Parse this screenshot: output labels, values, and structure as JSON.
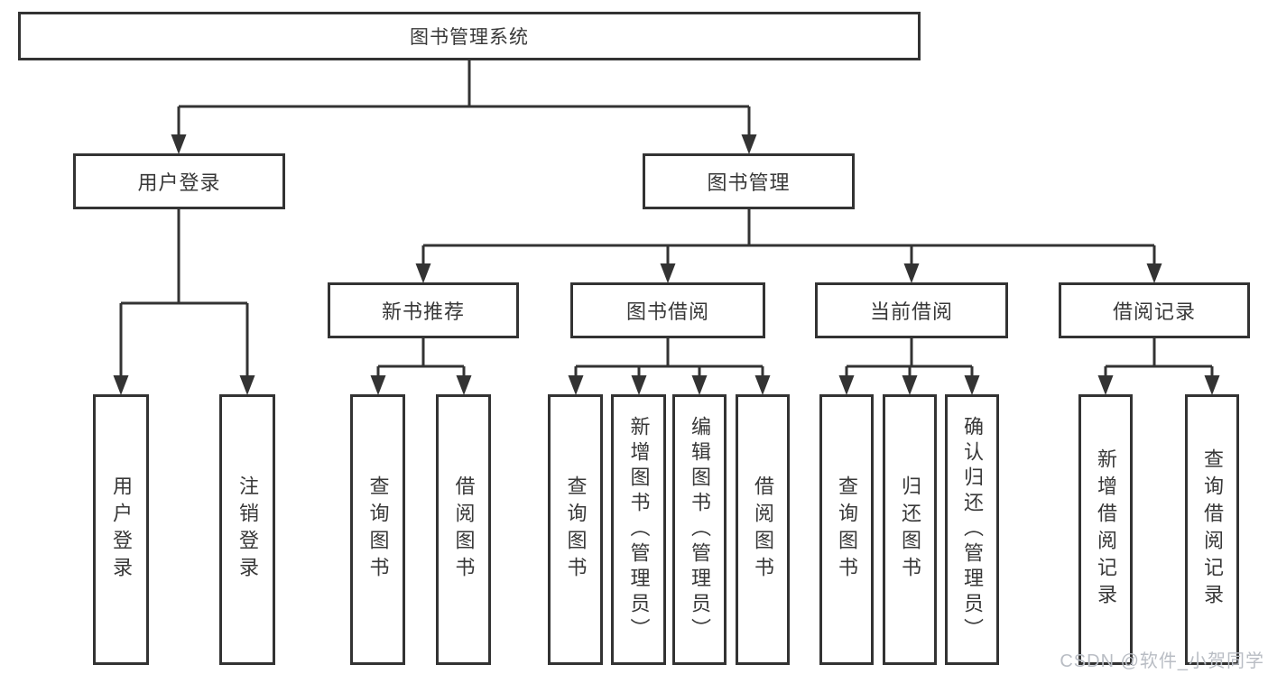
{
  "colors": {
    "line": "#333333",
    "box_border": "#333333",
    "text": "#383838",
    "background": "#ffffff",
    "watermark": "#b9bdc4"
  },
  "tree": {
    "root": {
      "label": "图书管理系统"
    },
    "level2": [
      {
        "label": "用户登录"
      },
      {
        "label": "图书管理"
      }
    ],
    "level3": [
      {
        "label": "新书推荐"
      },
      {
        "label": "图书借阅"
      },
      {
        "label": "当前借阅"
      },
      {
        "label": "借阅记录"
      }
    ],
    "leaves": {
      "user_login": [
        {
          "label": "用户登录"
        },
        {
          "label": "注销登录"
        }
      ],
      "new_book_recommend": [
        {
          "label": "查询图书"
        },
        {
          "label": "借阅图书"
        }
      ],
      "book_borrowing": [
        {
          "label": "查询图书"
        },
        {
          "label": "新增图书（管理员）"
        },
        {
          "label": "编辑图书（管理员）"
        },
        {
          "label": "借阅图书"
        }
      ],
      "current_borrowing": [
        {
          "label": "查询图书"
        },
        {
          "label": "归还图书"
        },
        {
          "label": "确认归还（管理员）"
        }
      ],
      "borrowing_records": [
        {
          "label": "新增借阅记录"
        },
        {
          "label": "查询借阅记录"
        }
      ]
    }
  },
  "watermark": {
    "text": "CSDN @软件_小贺同学"
  }
}
